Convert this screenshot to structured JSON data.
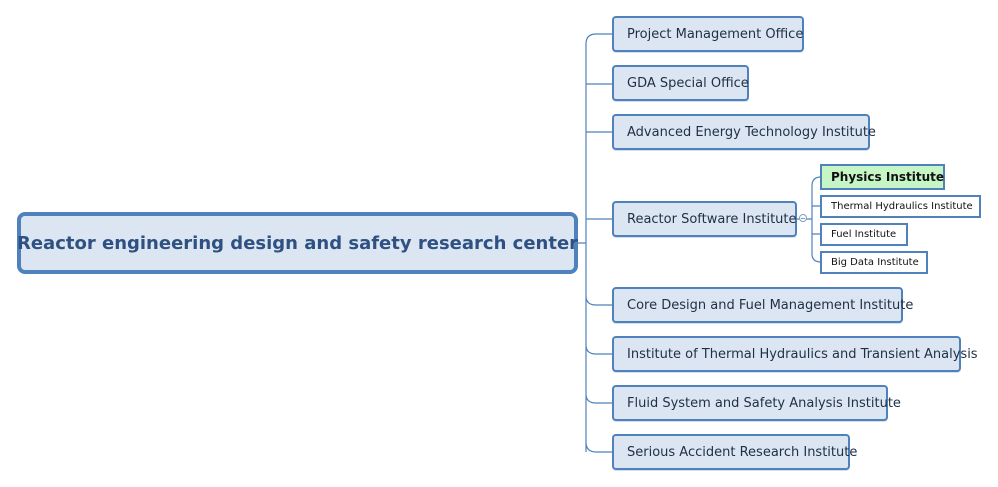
{
  "mindmap": {
    "root": "Reactor engineering design and safety research center",
    "branches": [
      {
        "label": "Project Management Office"
      },
      {
        "label": "GDA Special Office"
      },
      {
        "label": "Advanced Energy Technology Institute"
      },
      {
        "label": "Reactor Software Institute",
        "children": [
          {
            "label": "Physics Institute"
          },
          {
            "label": "Thermal Hydraulics Institute"
          },
          {
            "label": "Fuel Institute"
          },
          {
            "label": "Big Data Institute"
          }
        ]
      },
      {
        "label": "Core Design and Fuel Management Institute"
      },
      {
        "label": "Institute of Thermal Hydraulics and Transient Analysis"
      },
      {
        "label": "Fluid System and Safety Analysis Institute"
      },
      {
        "label": "Serious Accident Research Institute"
      }
    ]
  },
  "colors": {
    "node_fill": "#dce6f2",
    "node_border": "#4f81bd",
    "connector": "#4f81bd",
    "highlight_fill": "#c6f5c6",
    "root_text": "#2e5182"
  }
}
